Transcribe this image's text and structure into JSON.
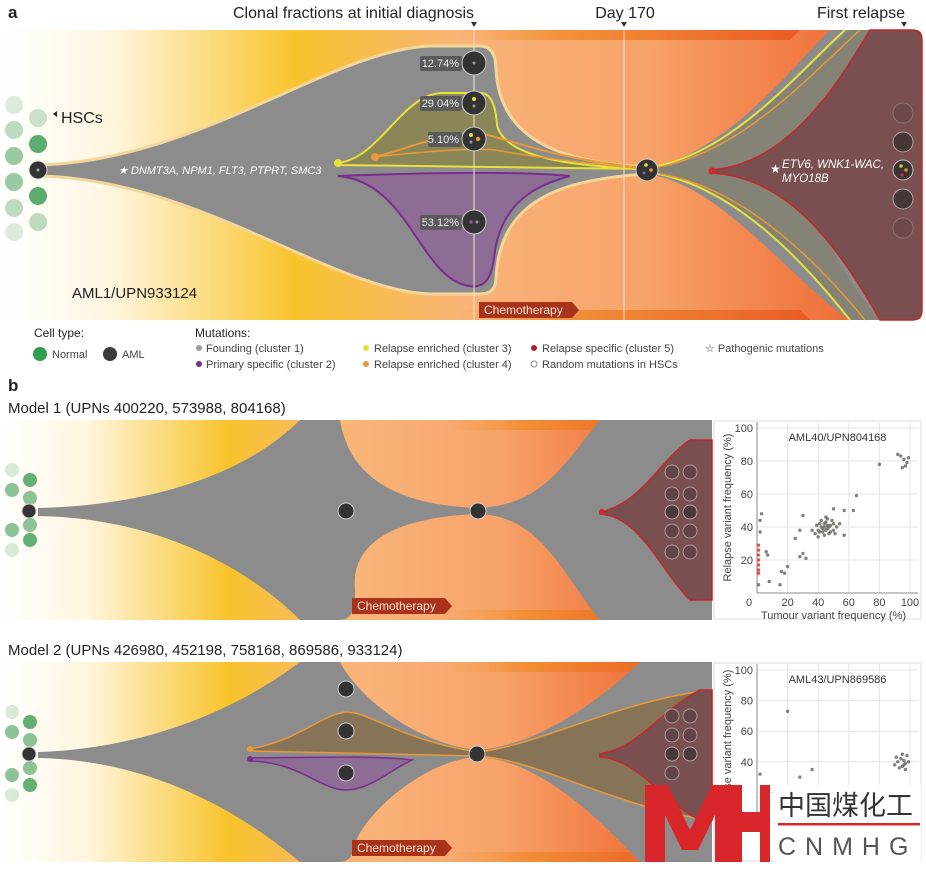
{
  "colors": {
    "founding": "#8c8c8c",
    "primary_specific": "#7b2d8e",
    "relapse_enriched_3": "#e8e23a",
    "relapse_enriched_4": "#e89a3a",
    "relapse_specific": "#c0282c",
    "normal": "#2e9e4f",
    "aml": "#3a3a3a",
    "chemo": "#a8321a"
  },
  "panel_a": {
    "label": "a",
    "timepoints": [
      "Clonal fractions at initial diagnosis",
      "Day 170",
      "First relapse"
    ],
    "hscs_label": "HSCs",
    "founding_mutations": "★ DNMT3A, NPM1, FLT3, PTPRT, SMC3",
    "relapse_mutations_line1": "ETV6, WNK1-WAC,",
    "relapse_mutations_line2": "MYO18B",
    "relapse_star": "★",
    "clone_fractions": [
      "12.74%",
      "29.04%",
      "5.10%",
      "53.12%"
    ],
    "patient": "AML1/UPN933124",
    "chemo_label": "Chemotherapy"
  },
  "legend": {
    "cell_type_title": "Cell type:",
    "cell_types": [
      "Normal",
      "AML"
    ],
    "mutations_title": "Mutations:",
    "mutations": [
      "Founding (cluster 1)",
      "Primary specific (cluster 2)",
      "Relapse enriched (cluster 3)",
      "Relapse enriched (cluster 4)",
      "Relapse specific (cluster 5)",
      "Random mutations in HSCs",
      "☆ Pathogenic mutations"
    ]
  },
  "panel_b": {
    "label": "b",
    "model1_title": "Model 1 (UPNs 400220, 573988, 804168)",
    "model2_title": "Model 2 (UPNs 426980, 452198, 758168, 869586, 933124)",
    "chemo_label": "Chemotherapy"
  },
  "chart_data": [
    {
      "type": "scatter",
      "title": "AML40/UPN804168",
      "xlabel": "Tumour variant frequency (%)",
      "ylabel": "Relapse variant frequency (%)",
      "xlim": [
        0,
        100
      ],
      "ylim": [
        0,
        100
      ],
      "xticks": [
        "0",
        "20",
        "40",
        "60",
        "80",
        "100"
      ],
      "yticks": [
        "20",
        "40",
        "60",
        "80",
        "100"
      ],
      "grid": true,
      "series": [
        {
          "name": "mutations",
          "color": "#6b6b62",
          "points": [
            [
              38,
              36
            ],
            [
              40,
              38
            ],
            [
              42,
              40
            ],
            [
              44,
              42
            ],
            [
              46,
              39
            ],
            [
              48,
              41
            ],
            [
              50,
              38
            ],
            [
              43,
              37
            ],
            [
              45,
              43
            ],
            [
              47,
              36
            ],
            [
              41,
              42
            ],
            [
              49,
              44
            ],
            [
              44,
              35
            ],
            [
              46,
              45
            ],
            [
              52,
              40
            ],
            [
              39,
              41
            ],
            [
              43,
              39
            ],
            [
              45,
              38
            ],
            [
              47,
              40
            ],
            [
              42,
              44
            ],
            [
              50,
              42
            ],
            [
              36,
              38
            ],
            [
              54,
              42
            ],
            [
              40,
              34
            ],
            [
              48,
              37
            ],
            [
              46,
              41
            ],
            [
              44,
              40
            ],
            [
              41,
              37
            ],
            [
              51,
              36
            ],
            [
              45,
              46
            ],
            [
              30,
              47
            ],
            [
              28,
              38
            ],
            [
              25,
              33
            ],
            [
              30,
              24
            ],
            [
              32,
              21
            ],
            [
              28,
              22
            ],
            [
              20,
              16
            ],
            [
              18,
              12
            ],
            [
              16,
              13
            ],
            [
              15,
              5
            ],
            [
              8,
              7
            ],
            [
              6,
              25
            ],
            [
              7,
              23
            ],
            [
              3,
              48
            ],
            [
              2,
              44
            ],
            [
              2,
              37
            ],
            [
              1,
              5
            ],
            [
              50,
              51
            ],
            [
              57,
              50
            ],
            [
              63,
              50
            ],
            [
              65,
              59
            ],
            [
              57,
              35
            ],
            [
              80,
              78
            ],
            [
              92,
              84
            ],
            [
              94,
              83
            ],
            [
              96,
              81
            ],
            [
              98,
              79
            ],
            [
              97,
              77
            ],
            [
              95,
              76
            ],
            [
              99,
              82
            ]
          ]
        },
        {
          "name": "relapse specific",
          "color": "#d83a2e",
          "points": [
            [
              1,
              12
            ],
            [
              1,
              14
            ],
            [
              1,
              17
            ],
            [
              1,
              20
            ],
            [
              1,
              23
            ],
            [
              1,
              26
            ],
            [
              1,
              29
            ]
          ]
        }
      ]
    },
    {
      "type": "scatter",
      "title": "AML43/UPN869586",
      "xlabel": "",
      "ylabel": "Relapse variant frequency (%)",
      "xlim": [
        0,
        100
      ],
      "ylim": [
        0,
        100
      ],
      "yticks": [
        "40",
        "60",
        "80",
        "100"
      ],
      "grid": true,
      "series": [
        {
          "name": "mutations",
          "color": "#6b6b62",
          "points": [
            [
              20,
              73
            ],
            [
              2,
              32
            ],
            [
              28,
              30
            ],
            [
              36,
              35
            ],
            [
              90,
              38
            ],
            [
              92,
              40
            ],
            [
              94,
              42
            ],
            [
              95,
              37
            ],
            [
              96,
              41
            ],
            [
              97,
              39
            ],
            [
              98,
              44
            ],
            [
              93,
              36
            ],
            [
              99,
              40
            ],
            [
              91,
              43
            ],
            [
              95,
              45
            ],
            [
              97,
              35
            ],
            [
              96,
              38
            ]
          ]
        }
      ]
    }
  ],
  "watermark": {
    "cn": "中国煤化工",
    "en": "CNMHG"
  }
}
